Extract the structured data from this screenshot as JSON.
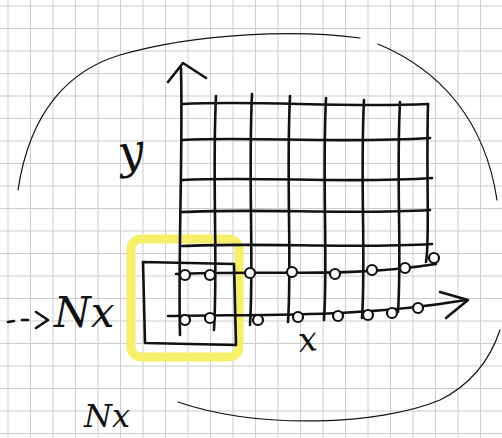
{
  "diagram": {
    "labels": [
      "y",
      "x",
      "Nx",
      "Nx"
    ]
  }
}
